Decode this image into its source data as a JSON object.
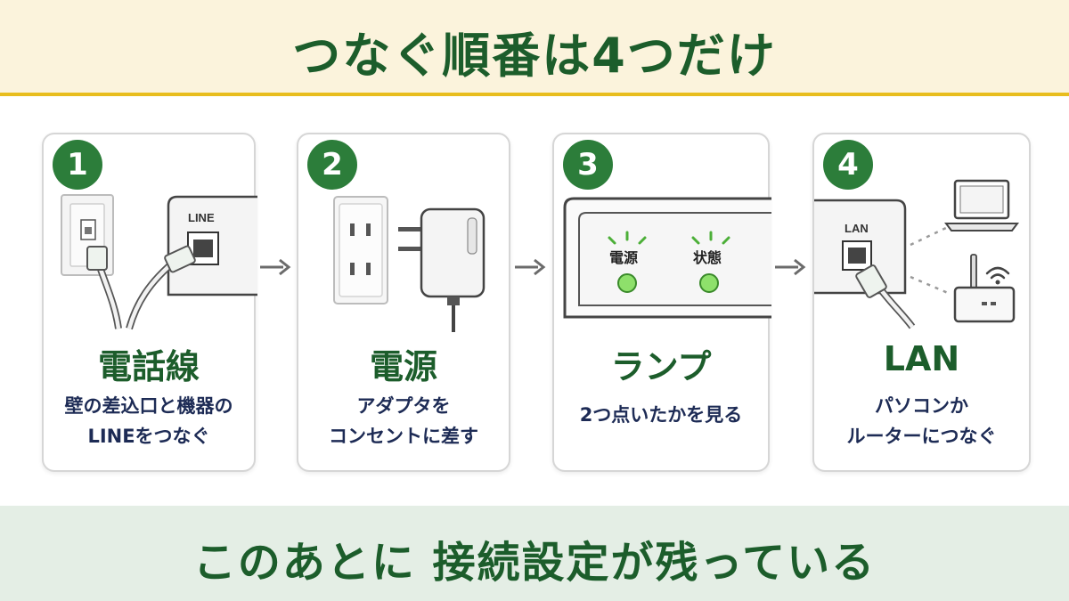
{
  "header": {
    "title": "つなぐ順番は4つだけ"
  },
  "steps": [
    {
      "number": "1",
      "title": "電話線",
      "desc_line1": "壁の差込口と機器の",
      "desc_line2": "LINEをつなぐ",
      "port_label": "LINE"
    },
    {
      "number": "2",
      "title": "電源",
      "desc_line1": "アダプタを",
      "desc_line2": "コンセントに差す"
    },
    {
      "number": "3",
      "title": "ランプ",
      "desc_line1": "2つ点いたかを見る",
      "led1_label": "電源",
      "led2_label": "状態"
    },
    {
      "number": "4",
      "title": "LAN",
      "desc_line1": "パソコンか",
      "desc_line2": "ルーターにつなぐ",
      "port_label": "LAN"
    }
  ],
  "footer": {
    "text": "このあとに 接続設定が残っている"
  },
  "colors": {
    "accent_green": "#2c7d3a",
    "title_green": "#1c5d2b",
    "header_bg": "#fbf3dc",
    "header_line": "#e8bd1e",
    "footer_bg": "#e4eee5",
    "led_green": "#8ee06b"
  }
}
